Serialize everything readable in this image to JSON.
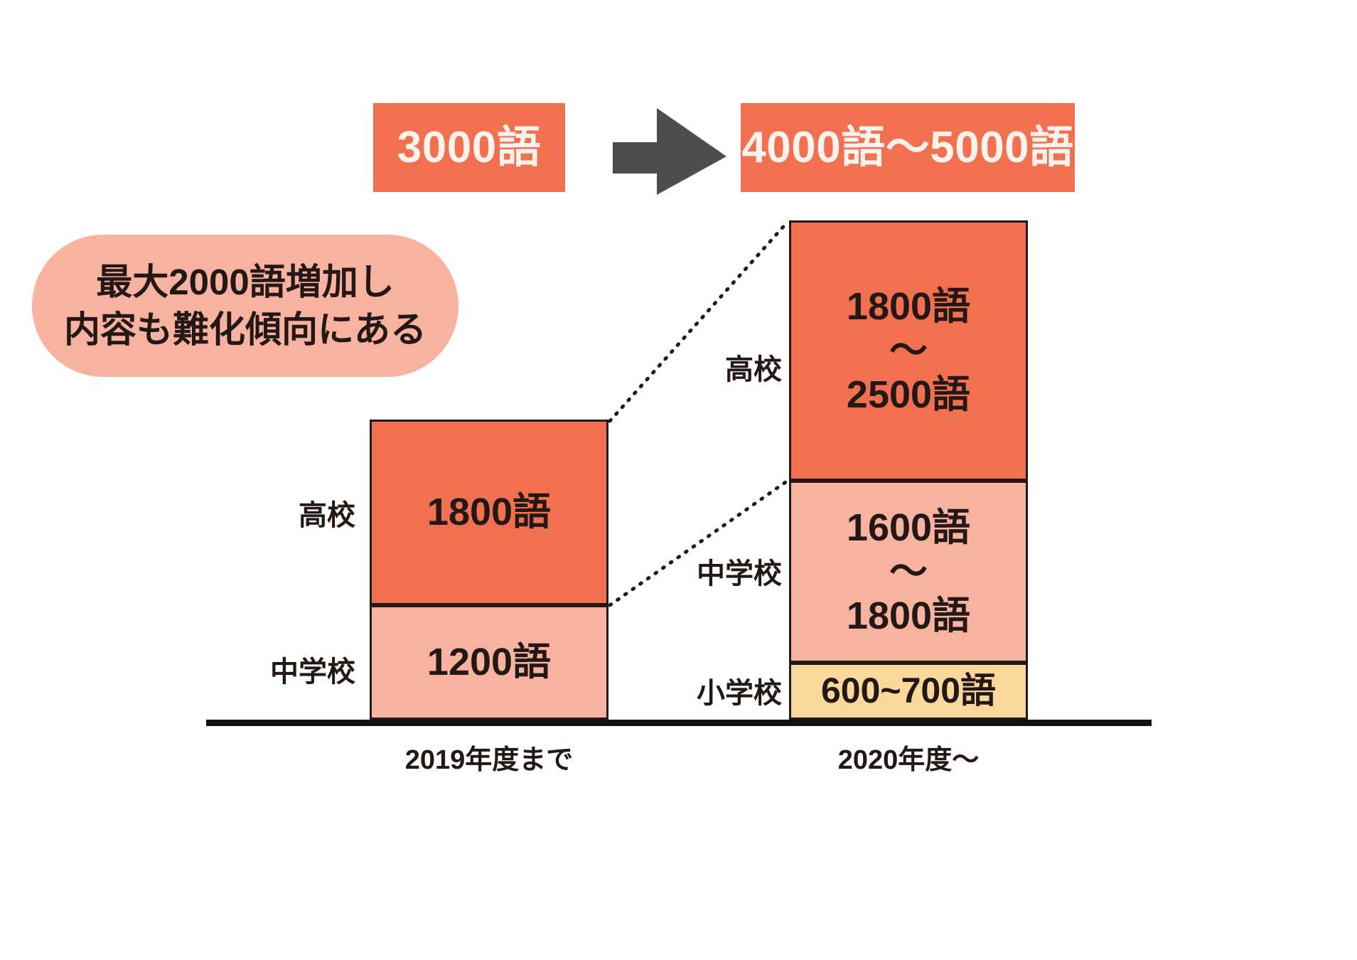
{
  "summary": {
    "before_label": "3000語",
    "after_label": "4000語〜5000語",
    "arrow_icon": "right-arrow-icon"
  },
  "callout": {
    "line1": "最大2000語増加し",
    "line2": "内容も難化傾向にある"
  },
  "axis": {
    "left_category": "2019年度まで",
    "right_category": "2020年度〜"
  },
  "colors": {
    "high_school": "#f07050",
    "junior_high": "#f8b3a0",
    "elementary": "#fad79a",
    "callout_bg": "#f8b3a0",
    "arrow": "#4d4d4d",
    "text": "#231815",
    "banner_text": "#fdf3ec",
    "baseline": "#111111"
  },
  "left_stack": {
    "high_school": {
      "category": "高校",
      "value_line1": "1800語"
    },
    "junior_high": {
      "category": "中学校",
      "value_line1": "1200語"
    }
  },
  "right_stack": {
    "high_school": {
      "category": "高校",
      "value_line1": "1800語",
      "value_line2": "〜",
      "value_line3": "2500語"
    },
    "junior_high": {
      "category": "中学校",
      "value_line1": "1600語",
      "value_line2": "〜",
      "value_line3": "1800語"
    },
    "elementary": {
      "category": "小学校",
      "value_line1": "600~700語"
    }
  },
  "chart_data": {
    "type": "bar",
    "title": "",
    "subtitle": "",
    "xlabel": "",
    "ylabel": "",
    "stacked": true,
    "orientation": "vertical",
    "grid": false,
    "legend": "none",
    "categories": [
      "2019年度まで",
      "2020年度〜"
    ],
    "series": [
      {
        "name": "小学校",
        "color": "#fad79a",
        "values": [
          0,
          650
        ],
        "labels": [
          "",
          "600~700語"
        ],
        "range": [
          null,
          [
            600,
            700
          ]
        ]
      },
      {
        "name": "中学校",
        "color": "#f8b3a0",
        "values": [
          1200,
          1700
        ],
        "labels": [
          "1200語",
          "1600語〜1800語"
        ],
        "range": [
          [
            1200,
            1200
          ],
          [
            1600,
            1800
          ]
        ]
      },
      {
        "name": "高校",
        "color": "#f07050",
        "values": [
          1800,
          2150
        ],
        "labels": [
          "1800語",
          "1800語〜2500語"
        ],
        "range": [
          [
            1800,
            1800
          ],
          [
            1800,
            2500
          ]
        ]
      }
    ],
    "totals": [
      "3000語",
      "4000語〜5000語"
    ],
    "annotations": [
      "最大2000語増加し",
      "内容も難化傾向にある"
    ]
  }
}
